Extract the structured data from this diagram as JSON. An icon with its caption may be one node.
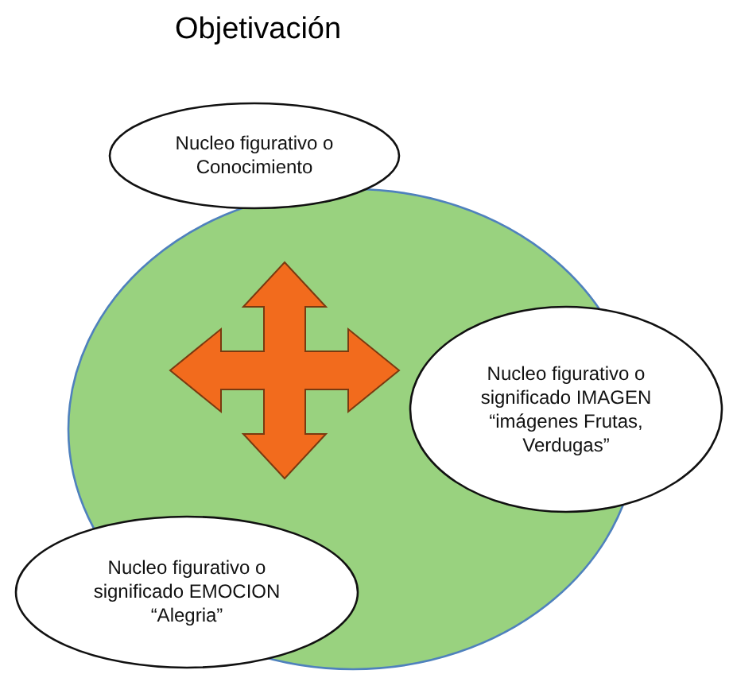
{
  "diagram": {
    "title": "Objetivación",
    "nodes": [
      {
        "text": [],
        "shape": "circle"
      },
      {
        "text": [
          "Nucleo figurativo o Conocimiento"
        ]
      },
      {
        "text": [
          "Nucleo figurativo o significado IMAGEN “imágenes Frutas, Verdugas”"
        ]
      },
      {
        "text": [
          "Nucleo figurativo o significado EMOCION “Alegria”"
        ]
      }
    ],
    "edges": []
  }
}
